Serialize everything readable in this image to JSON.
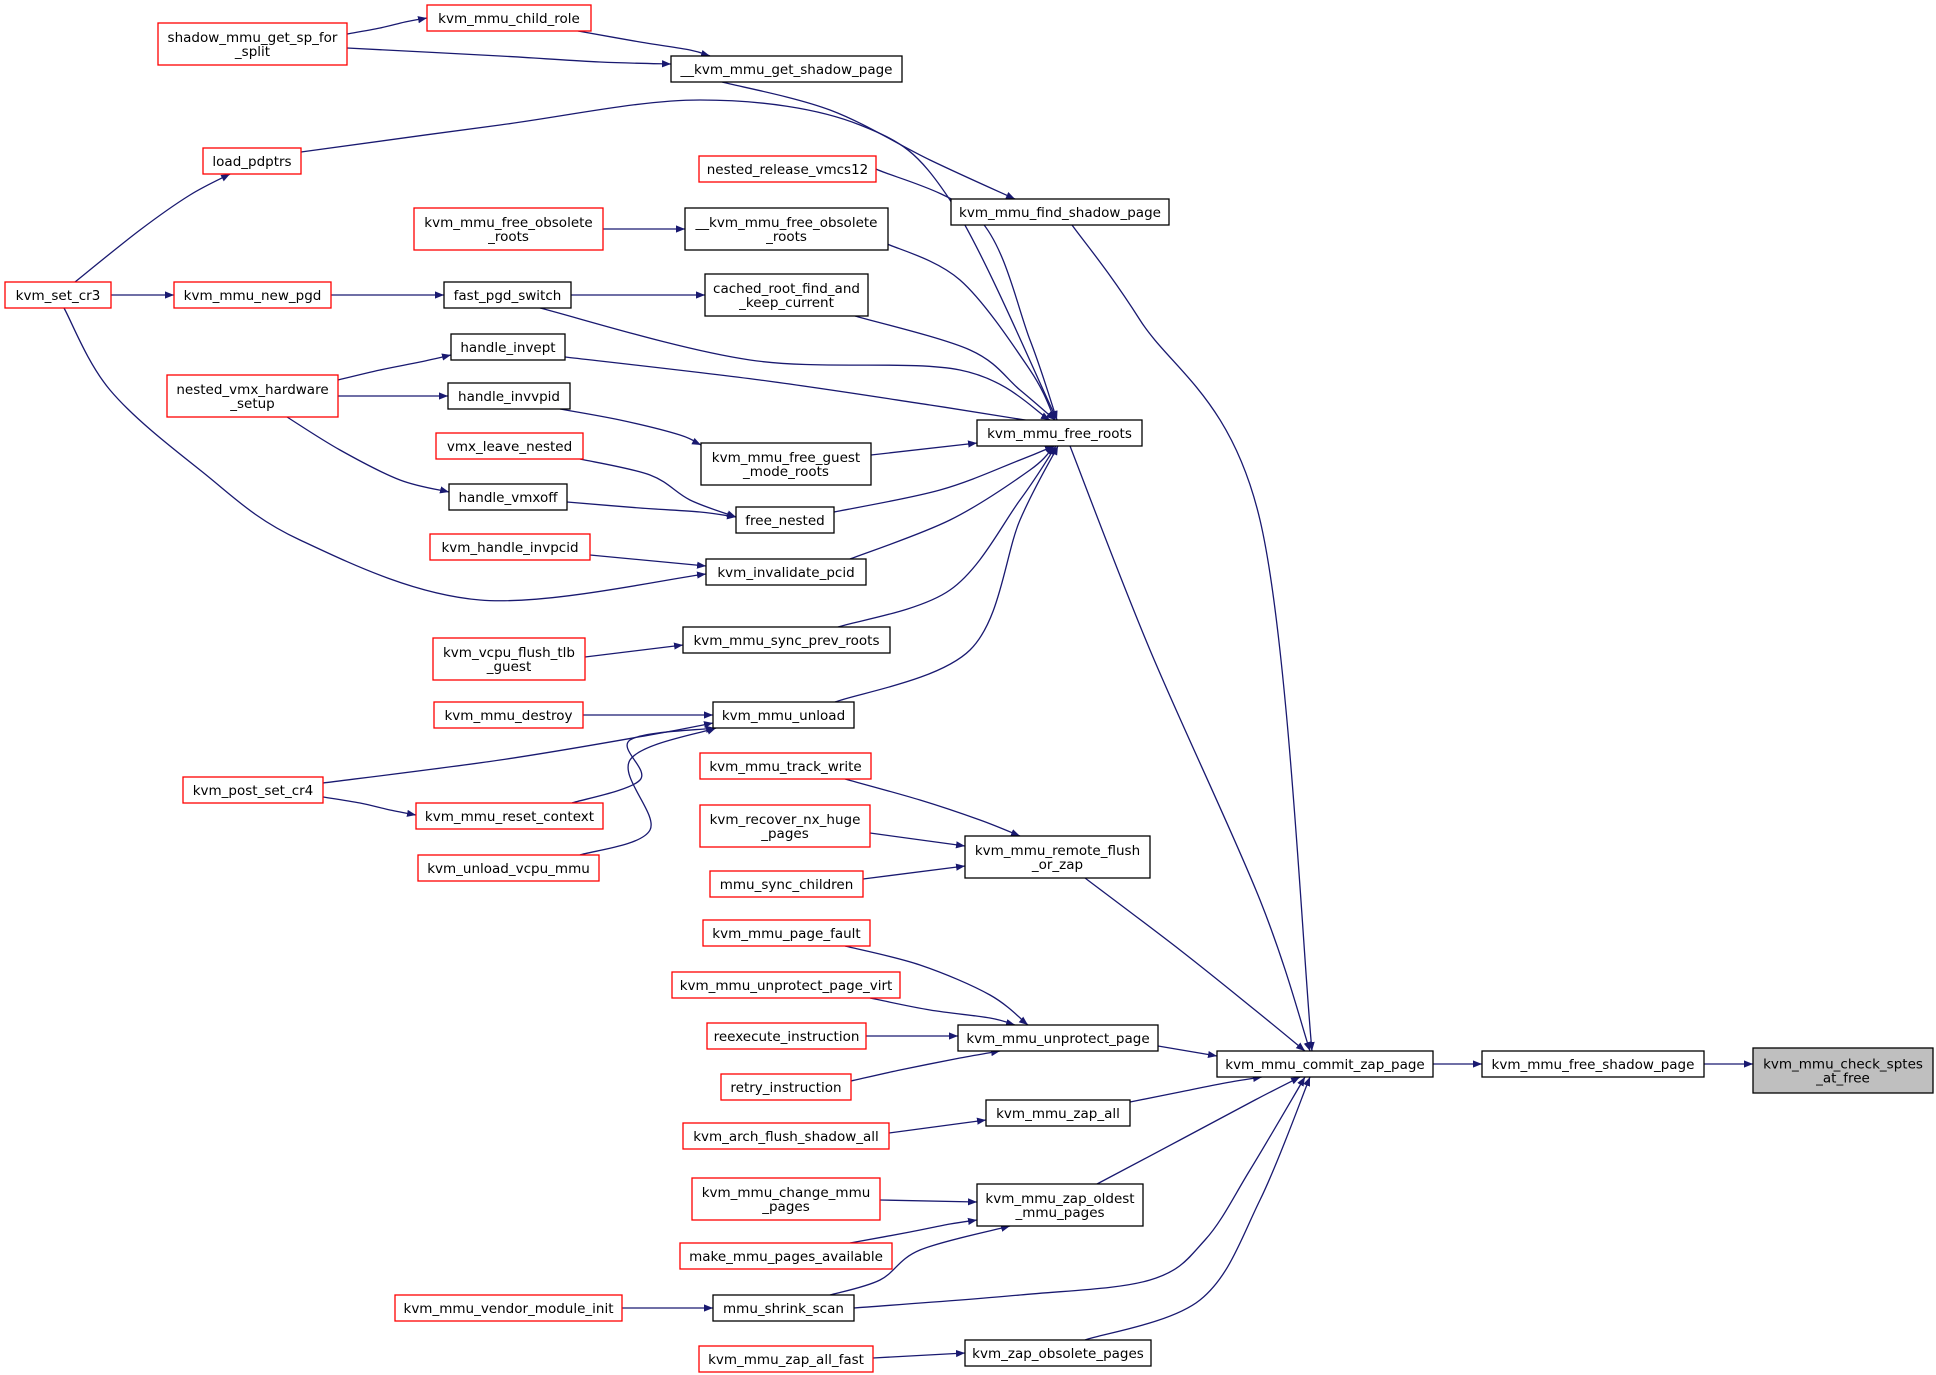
{
  "colors": {
    "edge": "#191970",
    "border_default": "#000000",
    "border_truncated": "#ff0000",
    "fill_default": "#ffffff",
    "fill_highlight": "#bfbfbf"
  },
  "nodes": [
    {
      "id": "kvm_mmu_check_sptes_at_free",
      "lines": [
        "kvm_mmu_check_sptes",
        "_at_free"
      ],
      "kind": "highlight"
    },
    {
      "id": "kvm_mmu_free_shadow_page",
      "lines": [
        "kvm_mmu_free_shadow_page"
      ],
      "kind": "default"
    },
    {
      "id": "kvm_mmu_commit_zap_page",
      "lines": [
        "kvm_mmu_commit_zap_page"
      ],
      "kind": "default"
    },
    {
      "id": "kvm_mmu_find_shadow_page",
      "lines": [
        "kvm_mmu_find_shadow_page"
      ],
      "kind": "default"
    },
    {
      "id": "__kvm_mmu_get_shadow_page",
      "lines": [
        "__kvm_mmu_get_shadow_page"
      ],
      "kind": "default"
    },
    {
      "id": "kvm_mmu_child_role",
      "lines": [
        "kvm_mmu_child_role"
      ],
      "kind": "truncated"
    },
    {
      "id": "shadow_mmu_get_sp_for_split",
      "lines": [
        "shadow_mmu_get_sp_for",
        "_split"
      ],
      "kind": "truncated"
    },
    {
      "id": "kvm_mmu_free_roots",
      "lines": [
        "kvm_mmu_free_roots"
      ],
      "kind": "default"
    },
    {
      "id": "load_pdptrs",
      "lines": [
        "load_pdptrs"
      ],
      "kind": "truncated"
    },
    {
      "id": "kvm_set_cr3",
      "lines": [
        "kvm_set_cr3"
      ],
      "kind": "truncated"
    },
    {
      "id": "nested_release_vmcs12",
      "lines": [
        "nested_release_vmcs12"
      ],
      "kind": "truncated"
    },
    {
      "id": "__kvm_mmu_free_obsolete_roots",
      "lines": [
        "__kvm_mmu_free_obsolete",
        "_roots"
      ],
      "kind": "default"
    },
    {
      "id": "kvm_mmu_free_obsolete_roots",
      "lines": [
        "kvm_mmu_free_obsolete",
        "_roots"
      ],
      "kind": "truncated"
    },
    {
      "id": "cached_root_find_and_keep_current",
      "lines": [
        "cached_root_find_and",
        "_keep_current"
      ],
      "kind": "default"
    },
    {
      "id": "fast_pgd_switch",
      "lines": [
        "fast_pgd_switch"
      ],
      "kind": "default"
    },
    {
      "id": "kvm_mmu_new_pgd",
      "lines": [
        "kvm_mmu_new_pgd"
      ],
      "kind": "truncated"
    },
    {
      "id": "handle_invept",
      "lines": [
        "handle_invept"
      ],
      "kind": "default"
    },
    {
      "id": "nested_vmx_hardware_setup",
      "lines": [
        "nested_vmx_hardware",
        "_setup"
      ],
      "kind": "truncated"
    },
    {
      "id": "handle_invvpid",
      "lines": [
        "handle_invvpid"
      ],
      "kind": "default"
    },
    {
      "id": "kvm_mmu_free_guest_mode_roots",
      "lines": [
        "kvm_mmu_free_guest",
        "_mode_roots"
      ],
      "kind": "default"
    },
    {
      "id": "vmx_leave_nested",
      "lines": [
        "vmx_leave_nested"
      ],
      "kind": "truncated"
    },
    {
      "id": "handle_vmxoff",
      "lines": [
        "handle_vmxoff"
      ],
      "kind": "default"
    },
    {
      "id": "free_nested",
      "lines": [
        "free_nested"
      ],
      "kind": "default"
    },
    {
      "id": "kvm_handle_invpcid",
      "lines": [
        "kvm_handle_invpcid"
      ],
      "kind": "truncated"
    },
    {
      "id": "kvm_invalidate_pcid",
      "lines": [
        "kvm_invalidate_pcid"
      ],
      "kind": "default"
    },
    {
      "id": "kvm_mmu_sync_prev_roots",
      "lines": [
        "kvm_mmu_sync_prev_roots"
      ],
      "kind": "default"
    },
    {
      "id": "kvm_vcpu_flush_tlb_guest",
      "lines": [
        "kvm_vcpu_flush_tlb",
        "_guest"
      ],
      "kind": "truncated"
    },
    {
      "id": "kvm_mmu_unload",
      "lines": [
        "kvm_mmu_unload"
      ],
      "kind": "default"
    },
    {
      "id": "kvm_mmu_destroy",
      "lines": [
        "kvm_mmu_destroy"
      ],
      "kind": "truncated"
    },
    {
      "id": "kvm_post_set_cr4",
      "lines": [
        "kvm_post_set_cr4"
      ],
      "kind": "truncated"
    },
    {
      "id": "kvm_mmu_reset_context",
      "lines": [
        "kvm_mmu_reset_context"
      ],
      "kind": "truncated"
    },
    {
      "id": "kvm_unload_vcpu_mmu",
      "lines": [
        "kvm_unload_vcpu_mmu"
      ],
      "kind": "truncated"
    },
    {
      "id": "kvm_mmu_track_write",
      "lines": [
        "kvm_mmu_track_write"
      ],
      "kind": "truncated"
    },
    {
      "id": "kvm_recover_nx_huge_pages",
      "lines": [
        "kvm_recover_nx_huge",
        "_pages"
      ],
      "kind": "truncated"
    },
    {
      "id": "mmu_sync_children",
      "lines": [
        "mmu_sync_children"
      ],
      "kind": "truncated"
    },
    {
      "id": "kvm_mmu_remote_flush_or_zap",
      "lines": [
        "kvm_mmu_remote_flush",
        "_or_zap"
      ],
      "kind": "default"
    },
    {
      "id": "kvm_mmu_page_fault",
      "lines": [
        "kvm_mmu_page_fault"
      ],
      "kind": "truncated"
    },
    {
      "id": "kvm_mmu_unprotect_page_virt",
      "lines": [
        "kvm_mmu_unprotect_page_virt"
      ],
      "kind": "truncated"
    },
    {
      "id": "reexecute_instruction",
      "lines": [
        "reexecute_instruction"
      ],
      "kind": "truncated"
    },
    {
      "id": "retry_instruction",
      "lines": [
        "retry_instruction"
      ],
      "kind": "truncated"
    },
    {
      "id": "kvm_mmu_unprotect_page",
      "lines": [
        "kvm_mmu_unprotect_page"
      ],
      "kind": "default"
    },
    {
      "id": "kvm_mmu_zap_all",
      "lines": [
        "kvm_mmu_zap_all"
      ],
      "kind": "default"
    },
    {
      "id": "kvm_arch_flush_shadow_all",
      "lines": [
        "kvm_arch_flush_shadow_all"
      ],
      "kind": "truncated"
    },
    {
      "id": "kvm_mmu_change_mmu_pages",
      "lines": [
        "kvm_mmu_change_mmu",
        "_pages"
      ],
      "kind": "truncated"
    },
    {
      "id": "kvm_mmu_zap_oldest_mmu_pages",
      "lines": [
        "kvm_mmu_zap_oldest",
        "_mmu_pages"
      ],
      "kind": "default"
    },
    {
      "id": "make_mmu_pages_available",
      "lines": [
        "make_mmu_pages_available"
      ],
      "kind": "truncated"
    },
    {
      "id": "mmu_shrink_scan",
      "lines": [
        "mmu_shrink_scan"
      ],
      "kind": "default"
    },
    {
      "id": "kvm_mmu_vendor_module_init",
      "lines": [
        "kvm_mmu_vendor_module_init"
      ],
      "kind": "truncated"
    },
    {
      "id": "kvm_zap_obsolete_pages",
      "lines": [
        "kvm_zap_obsolete_pages"
      ],
      "kind": "default"
    },
    {
      "id": "kvm_mmu_zap_all_fast",
      "lines": [
        "kvm_mmu_zap_all_fast"
      ],
      "kind": "truncated"
    }
  ],
  "edges": [
    {
      "from": "kvm_mmu_free_shadow_page",
      "to": "kvm_mmu_check_sptes_at_free"
    },
    {
      "from": "kvm_mmu_commit_zap_page",
      "to": "kvm_mmu_free_shadow_page"
    },
    {
      "from": "kvm_mmu_find_shadow_page",
      "to": "kvm_mmu_commit_zap_page"
    },
    {
      "from": "kvm_mmu_free_roots",
      "to": "kvm_mmu_commit_zap_page"
    },
    {
      "from": "kvm_mmu_remote_flush_or_zap",
      "to": "kvm_mmu_commit_zap_page"
    },
    {
      "from": "kvm_mmu_unprotect_page",
      "to": "kvm_mmu_commit_zap_page"
    },
    {
      "from": "kvm_mmu_zap_all",
      "to": "kvm_mmu_commit_zap_page"
    },
    {
      "from": "kvm_mmu_zap_oldest_mmu_pages",
      "to": "kvm_mmu_commit_zap_page"
    },
    {
      "from": "mmu_shrink_scan",
      "to": "kvm_mmu_commit_zap_page"
    },
    {
      "from": "kvm_zap_obsolete_pages",
      "to": "kvm_mmu_commit_zap_page"
    },
    {
      "from": "__kvm_mmu_get_shadow_page",
      "to": "kvm_mmu_find_shadow_page"
    },
    {
      "from": "kvm_mmu_child_role",
      "to": "__kvm_mmu_get_shadow_page"
    },
    {
      "from": "shadow_mmu_get_sp_for_split",
      "to": "__kvm_mmu_get_shadow_page"
    },
    {
      "from": "shadow_mmu_get_sp_for_split",
      "to": "kvm_mmu_child_role"
    },
    {
      "from": "load_pdptrs",
      "to": "kvm_mmu_free_roots"
    },
    {
      "from": "nested_release_vmcs12",
      "to": "kvm_mmu_free_roots"
    },
    {
      "from": "__kvm_mmu_free_obsolete_roots",
      "to": "kvm_mmu_free_roots"
    },
    {
      "from": "cached_root_find_and_keep_current",
      "to": "kvm_mmu_free_roots"
    },
    {
      "from": "fast_pgd_switch",
      "to": "kvm_mmu_free_roots"
    },
    {
      "from": "handle_invept",
      "to": "kvm_mmu_free_roots"
    },
    {
      "from": "kvm_mmu_free_guest_mode_roots",
      "to": "kvm_mmu_free_roots"
    },
    {
      "from": "free_nested",
      "to": "kvm_mmu_free_roots"
    },
    {
      "from": "kvm_invalidate_pcid",
      "to": "kvm_mmu_free_roots"
    },
    {
      "from": "kvm_mmu_sync_prev_roots",
      "to": "kvm_mmu_free_roots"
    },
    {
      "from": "kvm_mmu_unload",
      "to": "kvm_mmu_free_roots"
    },
    {
      "from": "kvm_set_cr3",
      "to": "load_pdptrs"
    },
    {
      "from": "kvm_set_cr3",
      "to": "kvm_mmu_new_pgd"
    },
    {
      "from": "kvm_set_cr3",
      "to": "kvm_invalidate_pcid"
    },
    {
      "from": "kvm_mmu_free_obsolete_roots",
      "to": "__kvm_mmu_free_obsolete_roots"
    },
    {
      "from": "fast_pgd_switch",
      "to": "cached_root_find_and_keep_current"
    },
    {
      "from": "kvm_mmu_new_pgd",
      "to": "fast_pgd_switch"
    },
    {
      "from": "nested_vmx_hardware_setup",
      "to": "handle_invept"
    },
    {
      "from": "nested_vmx_hardware_setup",
      "to": "handle_invvpid"
    },
    {
      "from": "nested_vmx_hardware_setup",
      "to": "handle_vmxoff"
    },
    {
      "from": "handle_invvpid",
      "to": "kvm_mmu_free_guest_mode_roots"
    },
    {
      "from": "vmx_leave_nested",
      "to": "free_nested"
    },
    {
      "from": "handle_vmxoff",
      "to": "free_nested"
    },
    {
      "from": "kvm_handle_invpcid",
      "to": "kvm_invalidate_pcid"
    },
    {
      "from": "kvm_vcpu_flush_tlb_guest",
      "to": "kvm_mmu_sync_prev_roots"
    },
    {
      "from": "kvm_mmu_destroy",
      "to": "kvm_mmu_unload"
    },
    {
      "from": "kvm_post_set_cr4",
      "to": "kvm_mmu_unload"
    },
    {
      "from": "kvm_mmu_reset_context",
      "to": "kvm_mmu_unload"
    },
    {
      "from": "kvm_unload_vcpu_mmu",
      "to": "kvm_mmu_unload"
    },
    {
      "from": "kvm_post_set_cr4",
      "to": "kvm_mmu_reset_context"
    },
    {
      "from": "kvm_mmu_track_write",
      "to": "kvm_mmu_remote_flush_or_zap"
    },
    {
      "from": "kvm_recover_nx_huge_pages",
      "to": "kvm_mmu_remote_flush_or_zap"
    },
    {
      "from": "mmu_sync_children",
      "to": "kvm_mmu_remote_flush_or_zap"
    },
    {
      "from": "kvm_mmu_page_fault",
      "to": "kvm_mmu_unprotect_page"
    },
    {
      "from": "kvm_mmu_unprotect_page_virt",
      "to": "kvm_mmu_unprotect_page"
    },
    {
      "from": "reexecute_instruction",
      "to": "kvm_mmu_unprotect_page"
    },
    {
      "from": "retry_instruction",
      "to": "kvm_mmu_unprotect_page"
    },
    {
      "from": "kvm_arch_flush_shadow_all",
      "to": "kvm_mmu_zap_all"
    },
    {
      "from": "kvm_mmu_change_mmu_pages",
      "to": "kvm_mmu_zap_oldest_mmu_pages"
    },
    {
      "from": "make_mmu_pages_available",
      "to": "kvm_mmu_zap_oldest_mmu_pages"
    },
    {
      "from": "mmu_shrink_scan",
      "to": "kvm_mmu_zap_oldest_mmu_pages"
    },
    {
      "from": "kvm_mmu_vendor_module_init",
      "to": "mmu_shrink_scan"
    },
    {
      "from": "kvm_mmu_zap_all_fast",
      "to": "kvm_zap_obsolete_pages"
    }
  ]
}
